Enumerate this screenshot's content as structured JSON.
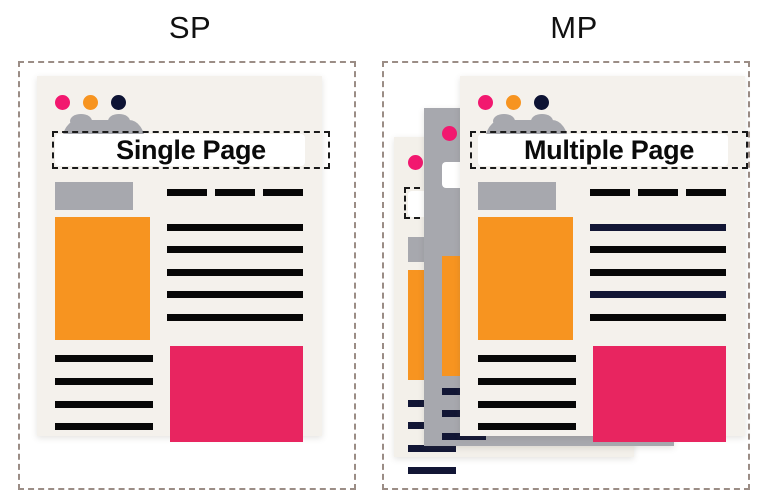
{
  "figure": {
    "background_color": "#ffffff",
    "panel_border_color": "#9b8d86",
    "callout_border_color": "#1a1a1a"
  },
  "panels": [
    {
      "id": "sp",
      "title": "SP",
      "callout_label": "Single Page",
      "card_count": 1,
      "description": "Single page document mockup"
    },
    {
      "id": "mp",
      "title": "MP",
      "callout_label": "Multiple Page",
      "card_count": 3,
      "description": "Multiple page stacked document mockup"
    }
  ],
  "palette": {
    "dot_pink": "#f2186f",
    "dot_orange": "#f79420",
    "dot_navy": "#0d1334",
    "block_orange": "#f79420",
    "block_pink": "#e82560",
    "block_gray": "#a7a8ae",
    "card_paper": "#f4f1ec",
    "rule_black": "#070707",
    "rule_navy": "#121635"
  },
  "icons": {
    "window_dot_close": "dot-pink-icon",
    "window_dot_minimize": "dot-orange-icon",
    "window_dot_maximize": "dot-navy-icon",
    "browser_blob": "gray-blob-icon"
  },
  "sp_card": {
    "nav_dash_count": 3,
    "body_line_count": 5,
    "footer_line_count": 4,
    "has_orange_block": true,
    "has_pink_block": true,
    "has_gray_block": true
  },
  "mp_card": {
    "nav_dash_count": 3,
    "body_line_count": 5,
    "footer_line_count": 4,
    "has_orange_block": true,
    "has_pink_block": true,
    "has_gray_block": true,
    "back_layer_line_count": 4
  }
}
